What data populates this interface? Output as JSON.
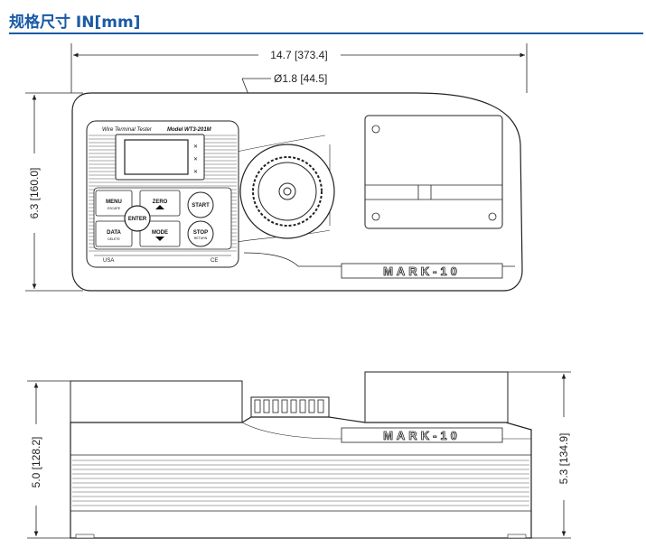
{
  "heading": {
    "title": "规格尺寸 IN[mm]",
    "color": "#1a5aa6"
  },
  "front_view": {
    "width_dim": "14.7 [373.4]",
    "knob_dim": "Ø1.8 [44.5]",
    "height_dim": "6.3 [160.0]",
    "panel": {
      "product_line": "Wire Terminal Tester",
      "model": "Model WT3-201M",
      "buttons": {
        "menu": "MENU",
        "menu_sub": "ESCAPE",
        "zero": "ZERO",
        "start": "START",
        "enter": "ENTER",
        "data": "DATA",
        "data_sub": "DELETE",
        "mode": "MODE",
        "stop": "STOP",
        "stop_sub": "RETURN"
      },
      "origin": "USA",
      "cert": "CE"
    },
    "logo": "MARK-10"
  },
  "side_view": {
    "left_height_dim": "5.0 [128.2]",
    "right_height_dim": "5.3 [134.9]",
    "logo": "MARK-10"
  }
}
